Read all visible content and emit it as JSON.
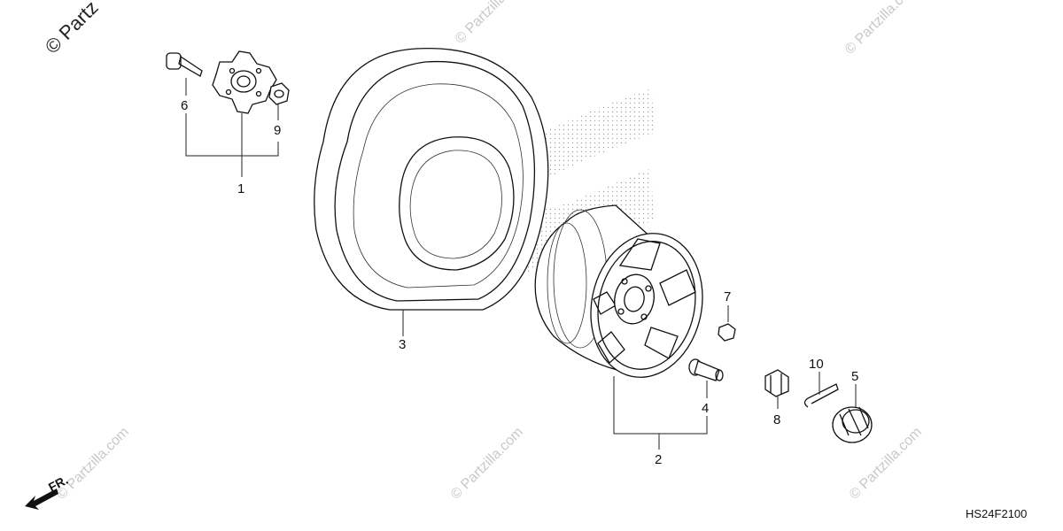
{
  "watermarks": {
    "corner": "© Partz",
    "repeat": "© Partzilla.com"
  },
  "callouts": {
    "hub": "1",
    "wheel": "2",
    "tire": "3",
    "valve": "4",
    "cap": "5",
    "bolt": "6",
    "nut": "7",
    "castle_nut": "8",
    "hub_nut": "9",
    "cotter_pin": "10"
  },
  "front_indicator": "FR.",
  "diagram_code": "HS24F2100"
}
